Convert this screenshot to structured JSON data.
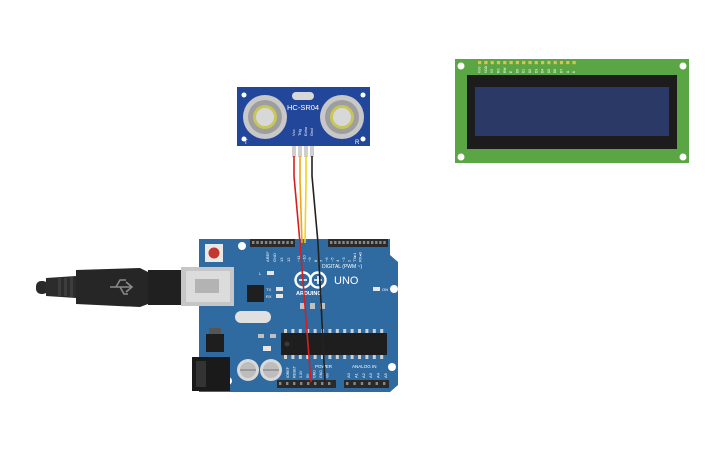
{
  "sensor": {
    "model": "HC-SR04",
    "left_mark": "T",
    "right_mark": "R",
    "pins": [
      "Vcc",
      "Trig",
      "Echo",
      "Gnd"
    ]
  },
  "lcd": {
    "pin_labels": [
      "VSS",
      "VDD",
      "V0",
      "RS",
      "RW",
      "E",
      "D0",
      "D1",
      "D2",
      "D3",
      "D4",
      "D5",
      "D6",
      "D7",
      "A",
      "K"
    ]
  },
  "arduino": {
    "brand": "ARDUINO",
    "model": "UNO",
    "digital_header": "DIGITAL (PWM ~)",
    "analog_header": "ANALOG IN",
    "power_header": "POWER",
    "aref": "AREF",
    "gnd": "GND",
    "led_l": "L",
    "led_tx": "TX",
    "led_rx": "RX",
    "led_on": "ON",
    "digital_pins": [
      "13",
      "12",
      "~11",
      "~10",
      "~9",
      "8",
      "7",
      "~6",
      "~5",
      "4",
      "~3",
      "2",
      "TX▸1",
      "RX◂0"
    ],
    "analog_pins": [
      "A0",
      "A1",
      "A2",
      "A3",
      "A4",
      "A5"
    ],
    "power_pins": [
      "IOREF",
      "RESET",
      "3.3V",
      "5V",
      "GND",
      "GND",
      "Vin"
    ]
  },
  "wires": {
    "colors": {
      "vcc": "#d91e1e",
      "trig": "#f2a516",
      "echo": "#f2d21e",
      "gnd": "#222222"
    }
  },
  "colors": {
    "board": "#2f6aa1",
    "sensor": "#22479a",
    "lcd_board": "#5aa544",
    "lcd_screen": "#2b3966"
  }
}
